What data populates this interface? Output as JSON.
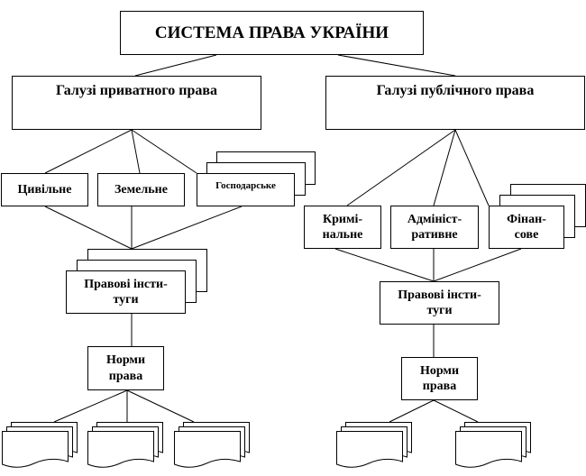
{
  "root": {
    "title": "СИСТЕМА ПРАВА УКРАЇНИ"
  },
  "private": {
    "title": "Галузі приватного права",
    "branches": [
      "Цивільне",
      "Земельне",
      "Господарське"
    ],
    "institutes": "Правові інсти-туги",
    "norms": "Норми права"
  },
  "public": {
    "title": "Галузі публічного права",
    "branches": [
      "Кримі-нальне",
      "Адмініст-ративне",
      "Фінан-сове"
    ],
    "institutes": "Правові інсти-туги",
    "norms": "Норми права"
  }
}
